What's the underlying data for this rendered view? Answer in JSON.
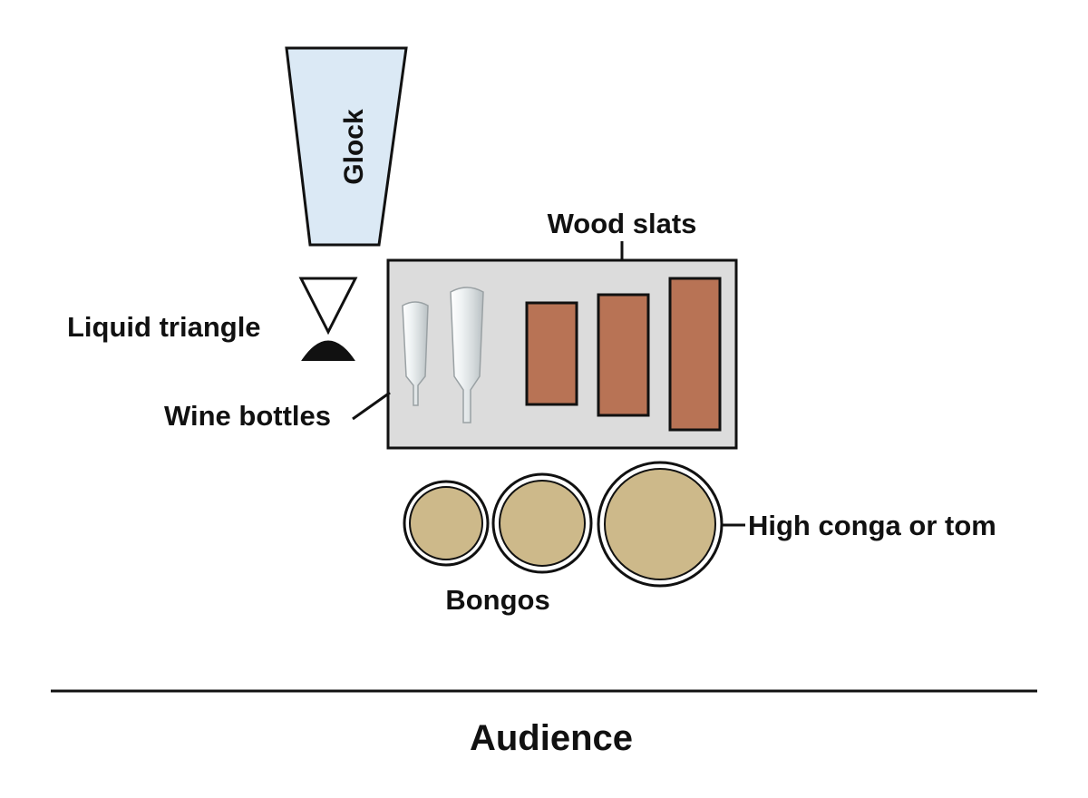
{
  "labels": {
    "glock": "Glock",
    "wood_slats": "Wood slats",
    "liquid_triangle": "Liquid triangle",
    "wine_bottles": "Wine bottles",
    "high_conga": "High conga or tom",
    "bongos": "Bongos",
    "audience": "Audience"
  },
  "colors": {
    "glock_fill": "#dbe9f5",
    "table_fill": "#dcdcdc",
    "wood_fill": "#b87355",
    "drum_head": "#cdb98a",
    "outline": "#111111"
  }
}
